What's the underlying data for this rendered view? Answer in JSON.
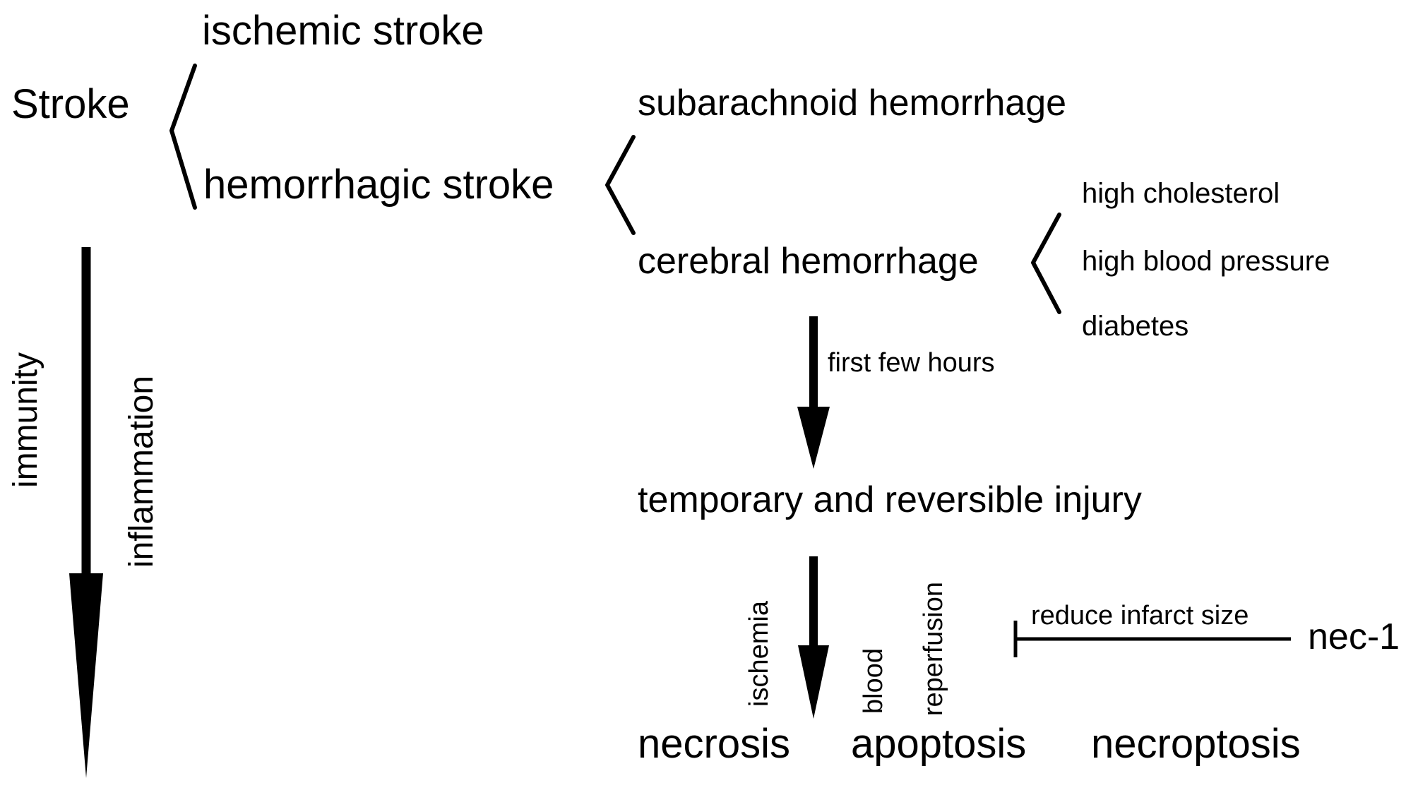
{
  "diagram": {
    "nodes": {
      "stroke": "Stroke",
      "ischemic_stroke": "ischemic stroke",
      "hemorrhagic_stroke": "hemorrhagic stroke",
      "subarachnoid_hemorrhage": "subarachnoid hemorrhage",
      "cerebral_hemorrhage": "cerebral hemorrhage",
      "temporary_injury": "temporary and reversible injury",
      "necrosis": "necrosis",
      "apoptosis": "apoptosis",
      "necroptosis": "necroptosis",
      "nec1": "nec-1"
    },
    "risk_factors": [
      "high cholesterol",
      "high blood pressure",
      "diabetes"
    ],
    "edge_labels": {
      "first_few_hours": "first few hours",
      "ischemia": "ischemia",
      "blood": "blood",
      "reperfusion": "reperfusion",
      "immunity": "immunity",
      "inflammation": "inflammation",
      "reduce_infarct_size": "reduce infarct size"
    },
    "colors": {
      "ink": "#000000",
      "background": "#ffffff"
    }
  }
}
